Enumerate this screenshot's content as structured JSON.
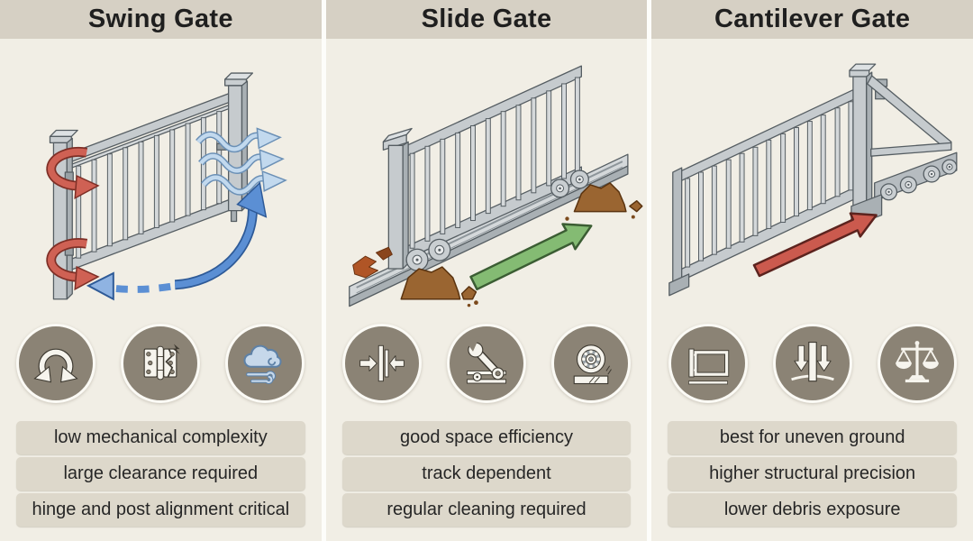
{
  "columns": [
    {
      "id": "swing-gate",
      "title": "Swing Gate",
      "icons": [
        "swing-arc-icon",
        "hinge-crack-icon",
        "wind-cloud-icon"
      ],
      "traits": [
        "low mechanical complexity",
        "large clearance required",
        "hinge and post alignment critical"
      ]
    },
    {
      "id": "slide-gate",
      "title": "Slide Gate",
      "icons": [
        "compress-arrows-icon",
        "wrench-track-icon",
        "bearing-icon"
      ],
      "traits": [
        "good space efficiency",
        "track dependent",
        "regular cleaning required"
      ]
    },
    {
      "id": "cantilever-gate",
      "title": "Cantilever Gate",
      "icons": [
        "cantilever-frame-icon",
        "load-arrows-icon",
        "balance-scale-icon"
      ],
      "traits": [
        "best for uneven ground",
        "higher structural precision",
        "lower debris exposure"
      ]
    }
  ],
  "colors": {
    "background": "#f1eee5",
    "header_band": "#d6d0c4",
    "trait_bar": "#ddd8cb",
    "divider": "#fdfdfa",
    "icon_circle": "#8b8375",
    "icon_glyph": "#f6f4ed",
    "gate_gray": "#c6cbce",
    "gate_outline": "#555d62",
    "red_arrow": "#cf6154",
    "blue_arrow": "#5b8fd4",
    "light_blue_wind": "#c2d9ee",
    "green_arrow": "#84bb73",
    "dirt_brown": "#9a6531",
    "leaf_orange": "#b05526"
  }
}
